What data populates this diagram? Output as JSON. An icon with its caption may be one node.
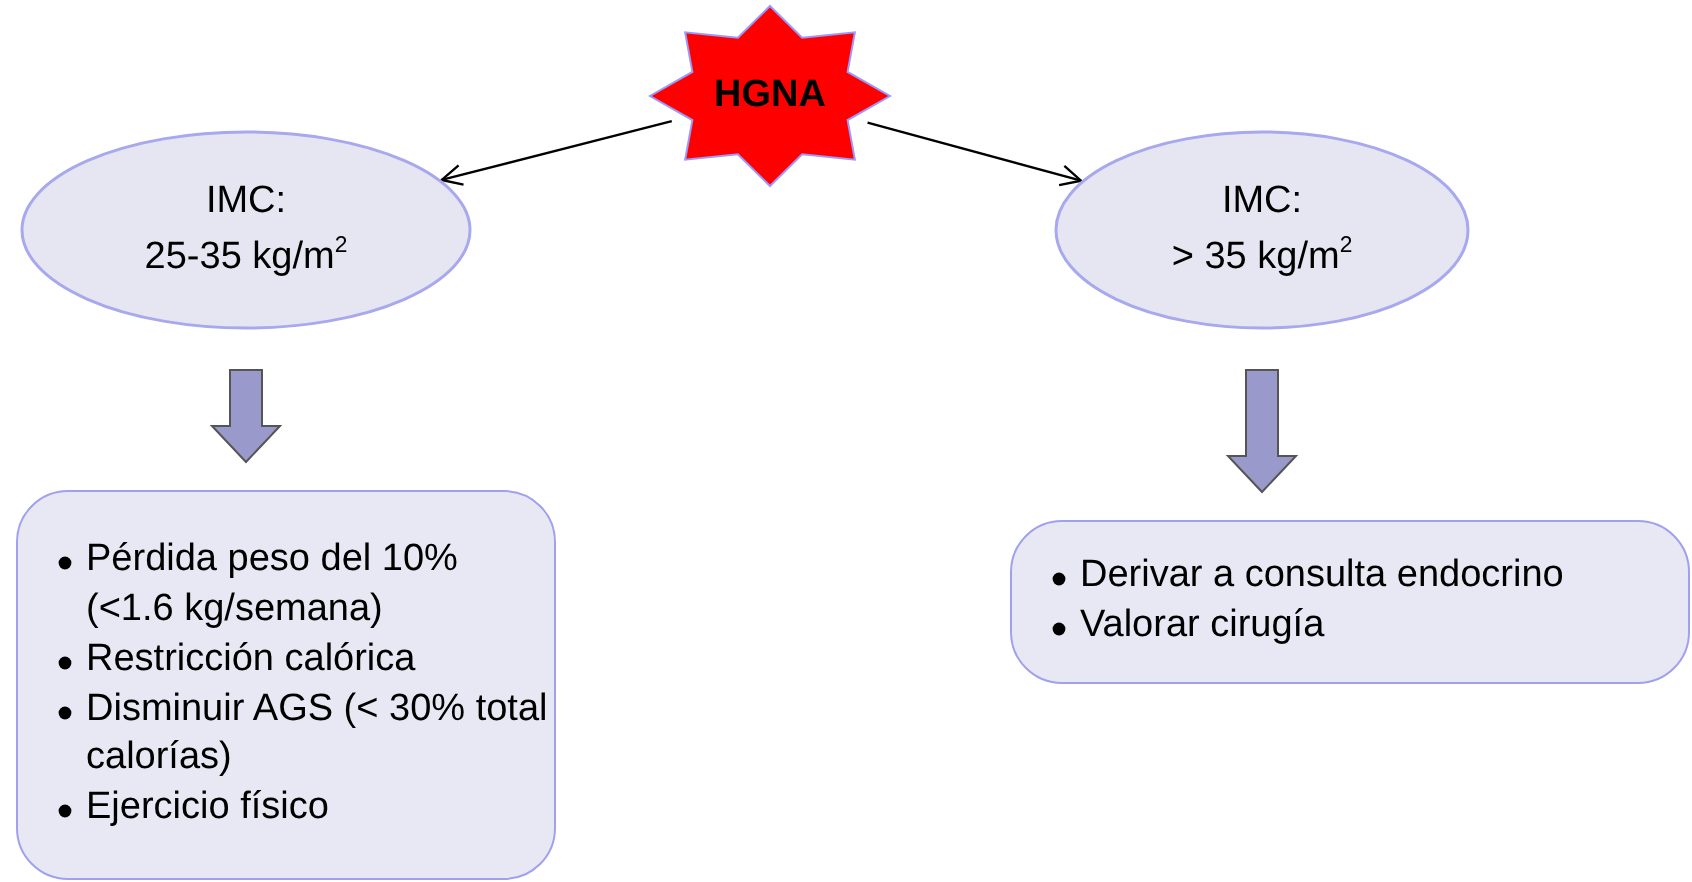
{
  "diagram": {
    "nodes": [
      {
        "text": [
          "HGNA"
        ]
      },
      {
        "text": [
          "IMC:",
          "25-35 kg/m$^{2}$"
        ]
      },
      {
        "text": [
          "IMC:",
          "> 35 kg/m$^{2}$"
        ]
      },
      {
        "text": [
          "Pérdida peso del 10% (<1.6 kg/semana)",
          "Restricción calórica",
          "Disminuir AGS (< 30% total calorías)",
          "Ejercicio físico"
        ]
      },
      {
        "text": [
          "Derivar a consulta endocrino",
          "Valorar cirugía"
        ]
      }
    ],
    "edges": [
      {
        "from": 0,
        "to": 1,
        "arrow": "to"
      },
      {
        "from": 0,
        "to": 2,
        "arrow": "to"
      },
      {
        "from": 1,
        "to": 3,
        "arrow": "to",
        "style": "thick",
        "color": "#9999cc"
      },
      {
        "from": 2,
        "to": 4,
        "arrow": "to",
        "style": "thick",
        "color": "#9999cc"
      }
    ]
  }
}
